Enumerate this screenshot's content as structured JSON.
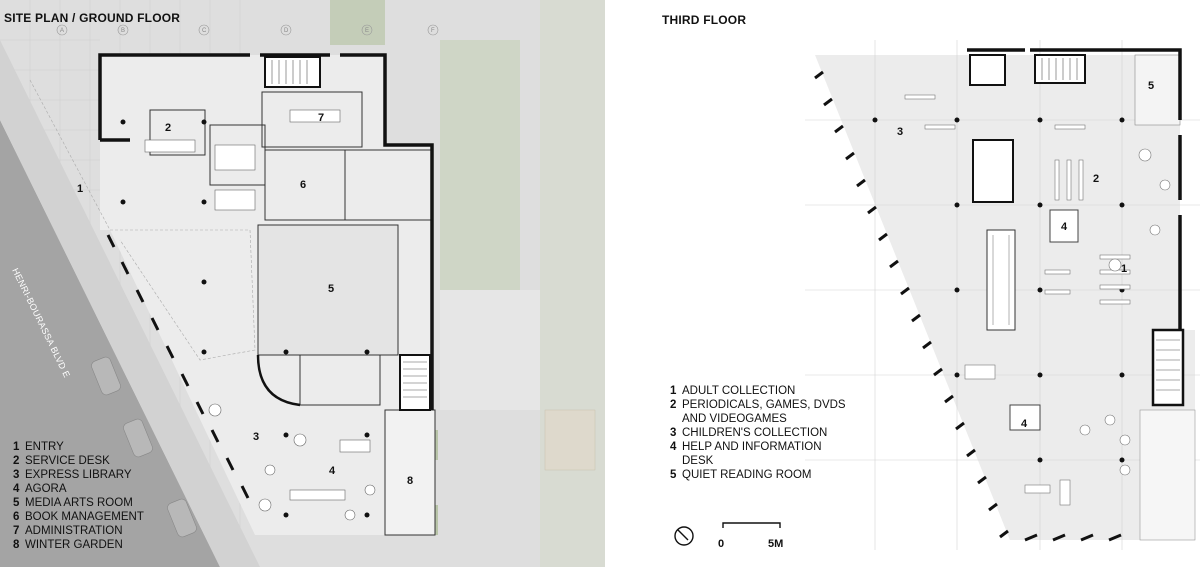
{
  "ground": {
    "title": "SITE PLAN / GROUND FLOOR",
    "street": "HENRI-BOURASSA BLVD E",
    "grid_labels": [
      "A",
      "B",
      "C",
      "D",
      "E",
      "F"
    ],
    "room_labels": [
      "1",
      "2",
      "3",
      "4",
      "5",
      "6",
      "7",
      "8"
    ],
    "legend": [
      {
        "num": "1",
        "text": "ENTRY"
      },
      {
        "num": "2",
        "text": "SERVICE DESK"
      },
      {
        "num": "3",
        "text": "EXPRESS LIBRARY"
      },
      {
        "num": "4",
        "text": "AGORA"
      },
      {
        "num": "5",
        "text": "MEDIA ARTS ROOM"
      },
      {
        "num": "6",
        "text": "BOOK MANAGEMENT"
      },
      {
        "num": "7",
        "text": "ADMINISTRATION"
      },
      {
        "num": "8",
        "text": "WINTER GARDEN"
      }
    ]
  },
  "third": {
    "title": "THIRD FLOOR",
    "room_labels": [
      "1",
      "2",
      "3",
      "4",
      "4",
      "5"
    ],
    "legend": [
      {
        "num": "1",
        "text": "ADULT COLLECTION"
      },
      {
        "num": "2",
        "text": "PERIODICALS, GAMES, DVDS\nAND VIDEOGAMES"
      },
      {
        "num": "3",
        "text": "CHILDREN'S COLLECTION"
      },
      {
        "num": "4",
        "text": "HELP AND INFORMATION\nDESK"
      },
      {
        "num": "5",
        "text": "QUIET READING ROOM"
      }
    ]
  },
  "scale": {
    "start": "0",
    "end": "5M"
  },
  "icons": {
    "north": "north-arrow-icon"
  },
  "colors": {
    "wall": "#111111",
    "floor": "#ececec",
    "site": "#dcdcdc",
    "green": "#b8c4a8",
    "road": "#9a9a9a"
  }
}
